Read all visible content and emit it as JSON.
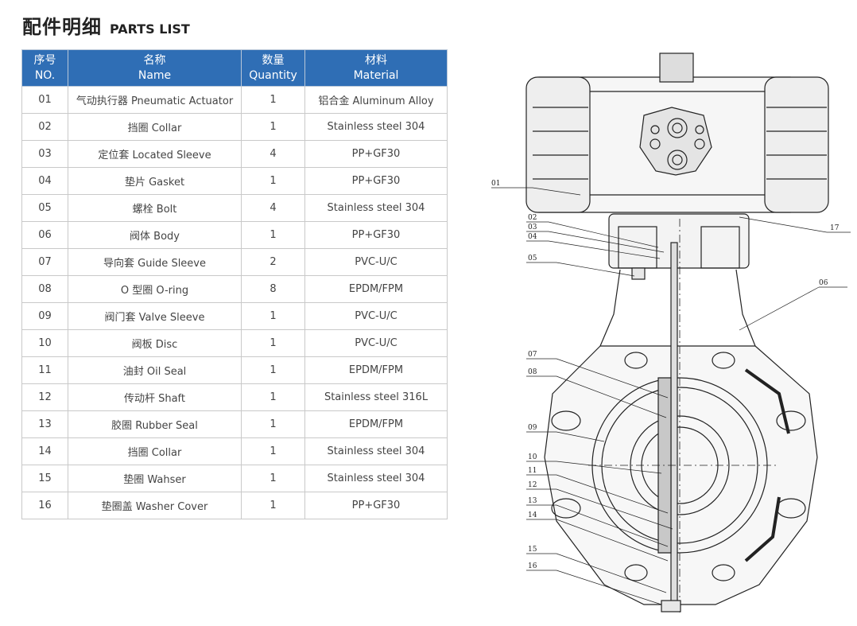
{
  "header": {
    "title_cn": "配件明细",
    "title_en": "PARTS LIST"
  },
  "table": {
    "headers": [
      {
        "cn": "序号",
        "en": "NO."
      },
      {
        "cn": "名称",
        "en": "Name"
      },
      {
        "cn": "数量",
        "en": "Quantity"
      },
      {
        "cn": "材料",
        "en": "Material"
      }
    ],
    "rows": [
      {
        "no": "01",
        "name": "气动执行器 Pneumatic Actuator",
        "qty": "1",
        "material": "铝合金 Aluminum Alloy"
      },
      {
        "no": "02",
        "name": "挡圈 Collar",
        "qty": "1",
        "material": "Stainless steel 304"
      },
      {
        "no": "03",
        "name": "定位套 Located Sleeve",
        "qty": "4",
        "material": "PP+GF30"
      },
      {
        "no": "04",
        "name": "垫片 Gasket",
        "qty": "1",
        "material": "PP+GF30"
      },
      {
        "no": "05",
        "name": "螺栓 Bolt",
        "qty": "4",
        "material": "Stainless steel 304"
      },
      {
        "no": "06",
        "name": "阀体 Body",
        "qty": "1",
        "material": "PP+GF30"
      },
      {
        "no": "07",
        "name": "导向套 Guide Sleeve",
        "qty": "2",
        "material": "PVC-U/C"
      },
      {
        "no": "08",
        "name": "O 型圈 O-ring",
        "qty": "8",
        "material": "EPDM/FPM"
      },
      {
        "no": "09",
        "name": "阀门套 Valve Sleeve",
        "qty": "1",
        "material": "PVC-U/C"
      },
      {
        "no": "10",
        "name": "阀板 Disc",
        "qty": "1",
        "material": "PVC-U/C"
      },
      {
        "no": "11",
        "name": "油封 Oil Seal",
        "qty": "1",
        "material": "EPDM/FPM"
      },
      {
        "no": "12",
        "name": "传动杆 Shaft",
        "qty": "1",
        "material": "Stainless steel 316L"
      },
      {
        "no": "13",
        "name": "胶圈 Rubber Seal",
        "qty": "1",
        "material": "EPDM/FPM"
      },
      {
        "no": "14",
        "name": "挡圈 Collar",
        "qty": "1",
        "material": "Stainless steel 304"
      },
      {
        "no": "15",
        "name": "垫圈 Wahser",
        "qty": "1",
        "material": "Stainless steel 304"
      },
      {
        "no": "16",
        "name": "垫圈盖 Washer Cover",
        "qty": "1",
        "material": "PP+GF30"
      }
    ]
  },
  "drawing": {
    "callouts": [
      "01",
      "02",
      "03",
      "04",
      "05",
      "06",
      "07",
      "08",
      "09",
      "10",
      "11",
      "12",
      "13",
      "14",
      "15",
      "16",
      "17"
    ]
  }
}
